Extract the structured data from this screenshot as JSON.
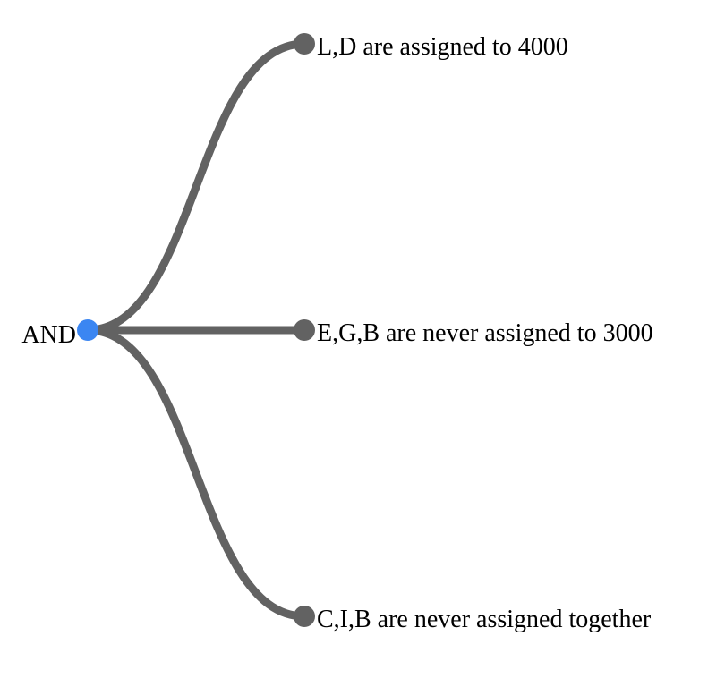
{
  "colors": {
    "root_node": "#3b86f2",
    "child_node": "#626262",
    "edge": "#626262",
    "text": "#000000"
  },
  "root": {
    "label": "AND"
  },
  "children": [
    {
      "label": "L,D are assigned to 4000"
    },
    {
      "label": "E,G,B are never assigned to 3000"
    },
    {
      "label": "C,I,B are never assigned together"
    }
  ]
}
